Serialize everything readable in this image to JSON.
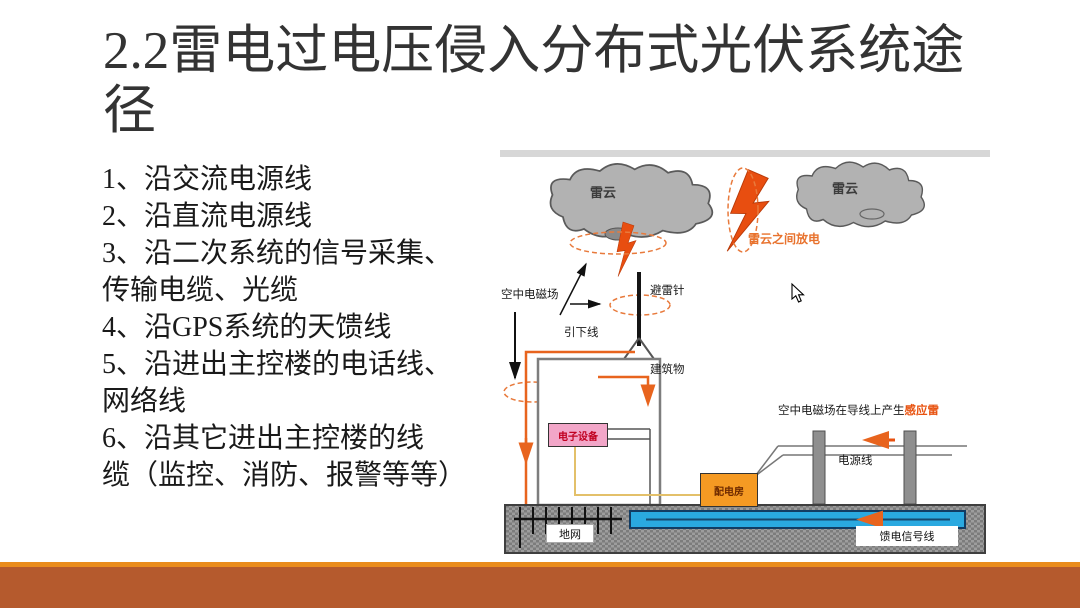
{
  "slide": {
    "title": {
      "line1": "2.2雷电过电压侵入分布式光伏系统途",
      "line2": "径"
    },
    "list_lines": [
      "1、沿交流电源线",
      "2、沿直流电源线",
      "3、沿二次系统的信号采集、",
      "传输电缆、光缆",
      "4、沿GPS系统的天馈线",
      "5、沿进出主控楼的电话线、",
      "网络线",
      "6、沿其它进出主控楼的线",
      "缆（监控、消防、报警等等）"
    ]
  },
  "diagram": {
    "labels": {
      "cloud_left": "雷云",
      "cloud_right": "雷云",
      "cloud_discharge": "雷云之间放电",
      "air_em_field": "空中电磁场",
      "lightning_rod": "避雷针",
      "down_conductor": "引下线",
      "building": "建筑物",
      "electronic_equipment": "电子设备",
      "distribution_room": "配电房",
      "ground_grid": "地网",
      "induced_prefix": "空中电磁场在导线上产生",
      "induced_highlight": "感应雷",
      "power_line": "电源线",
      "feeder_signal_line": "馈电信号线"
    },
    "colors": {
      "lightning_orange": "#e8520f",
      "annotation_orange": "#e87a3c",
      "cloud_gray": "#b2b2b2",
      "equipment_pink": "#f2a6c8",
      "distribution_orange": "#f59a23",
      "cable_blue": "#2aa9e0",
      "ground_gray": "#9d9d9d"
    }
  },
  "footer": {
    "accent_line_color": "#ea8c1c",
    "bar_color": "#b55a2d"
  }
}
